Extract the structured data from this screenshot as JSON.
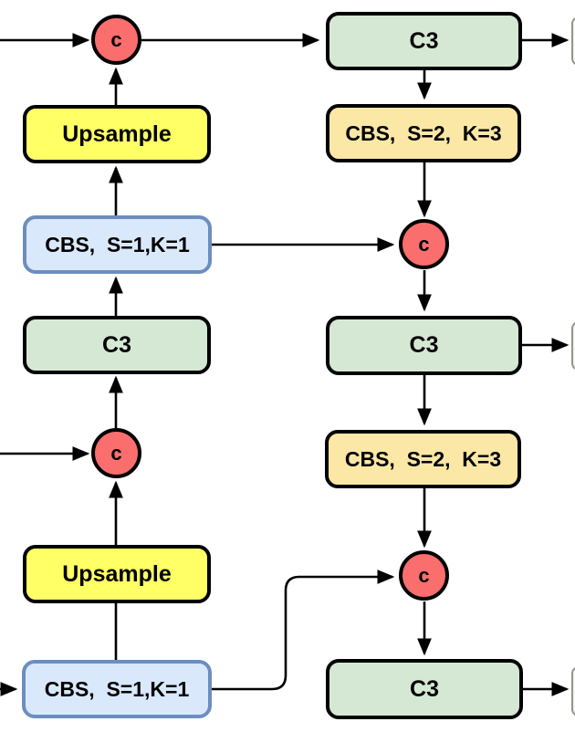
{
  "diagram": {
    "kind": "network-architecture-flowchart",
    "nodes": {
      "concat1": {
        "label": "c",
        "type": "concat"
      },
      "concat2": {
        "label": "c",
        "type": "concat"
      },
      "concat3": {
        "label": "c",
        "type": "concat"
      },
      "concat4": {
        "label": "c",
        "type": "concat"
      },
      "upsample1": {
        "label": "Upsample",
        "type": "upsample"
      },
      "upsample2": {
        "label": "Upsample",
        "type": "upsample"
      },
      "cbs_s1k1_1": {
        "label": "CBS,  S=1,K=1",
        "type": "cbs"
      },
      "cbs_s1k1_2": {
        "label": "CBS,  S=1,K=1",
        "type": "cbs"
      },
      "cbs_s2k3_1": {
        "label": "CBS,  S=2,  K=3",
        "type": "cbs"
      },
      "cbs_s2k3_2": {
        "label": "CBS,  S=2,  K=3",
        "type": "cbs"
      },
      "c3_left": {
        "label": "C3",
        "type": "c3"
      },
      "c3_top_right": {
        "label": "C3",
        "type": "c3"
      },
      "c3_mid_right": {
        "label": "C3",
        "type": "c3"
      },
      "c3_bot_right": {
        "label": "C3",
        "type": "c3"
      }
    },
    "edges": [
      {
        "from": "left-edge-input-1",
        "to": "concat1",
        "arrow": true
      },
      {
        "from": "concat1",
        "to": "c3_top_right",
        "arrow": true
      },
      {
        "from": "upsample1",
        "to": "concat1",
        "arrow": true
      },
      {
        "from": "cbs_s1k1_1",
        "to": "upsample1",
        "arrow": true
      },
      {
        "from": "c3_left",
        "to": "cbs_s1k1_1",
        "arrow": true
      },
      {
        "from": "concat2",
        "to": "c3_left",
        "arrow": true
      },
      {
        "from": "left-edge-input-2",
        "to": "concat2",
        "arrow": true
      },
      {
        "from": "upsample2",
        "to": "concat2",
        "arrow": true
      },
      {
        "from": "cbs_s1k1_2",
        "to": "upsample2",
        "arrow": false
      },
      {
        "from": "left-edge-input-3",
        "to": "cbs_s1k1_2",
        "arrow": true
      },
      {
        "from": "cbs_s1k1_1",
        "to": "concat3",
        "arrow": true
      },
      {
        "from": "cbs_s1k1_2",
        "to": "concat4",
        "arrow": true
      },
      {
        "from": "c3_top_right",
        "to": "cbs_s2k3_1",
        "arrow": true
      },
      {
        "from": "c3_top_right",
        "to": "right-edge-output-1",
        "arrow": true
      },
      {
        "from": "cbs_s2k3_1",
        "to": "concat3",
        "arrow": true
      },
      {
        "from": "concat3",
        "to": "c3_mid_right",
        "arrow": true
      },
      {
        "from": "c3_mid_right",
        "to": "right-edge-output-2",
        "arrow": true
      },
      {
        "from": "c3_mid_right",
        "to": "cbs_s2k3_2",
        "arrow": true
      },
      {
        "from": "cbs_s2k3_2",
        "to": "concat4",
        "arrow": true
      },
      {
        "from": "concat4",
        "to": "c3_bot_right",
        "arrow": true
      },
      {
        "from": "c3_bot_right",
        "to": "right-edge-output-3",
        "arrow": true
      }
    ],
    "cutoff_boxes_right_edge": 3,
    "colors": {
      "concat_fill": "#fa6e6e",
      "upsample_fill": "#ffff66",
      "cbs_blue_fill": "#dae8fc",
      "cbs_blue_border": "#6c8ebf",
      "cbs_orange_fill": "#fce8a6",
      "c3_fill": "#d5e8d4",
      "stroke": "#000000",
      "background": "#ffffff"
    }
  }
}
